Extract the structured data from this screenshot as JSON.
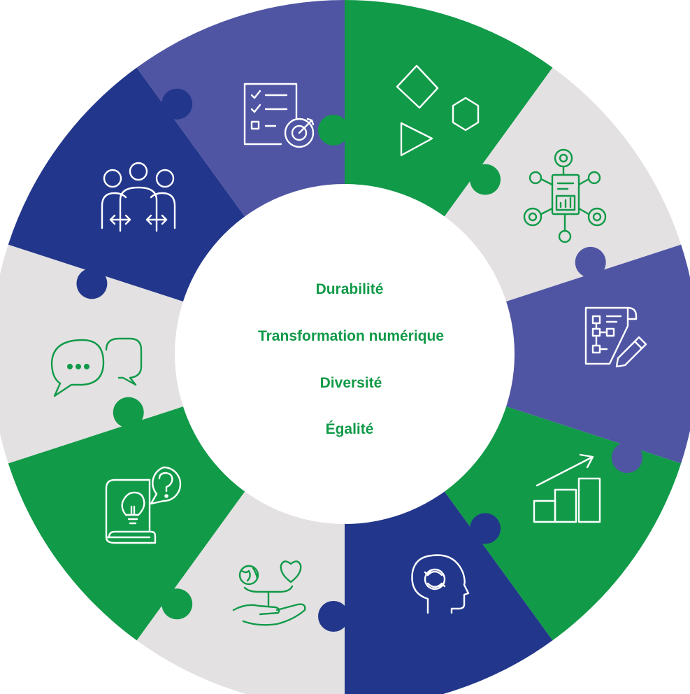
{
  "colors": {
    "green": "#119a48",
    "navy": "#22378b",
    "purple": "#4f55a3",
    "grey": "#e3e1e2",
    "white": "#ffffff"
  },
  "center_labels": [
    "Durabilité",
    "Transformation numérique",
    "Diversité",
    "Égalité"
  ],
  "segments": [
    {
      "id": "seg-1",
      "color": "green",
      "icon": "shapes-icon"
    },
    {
      "id": "seg-2",
      "color": "grey",
      "icon": "network-dashboard-icon"
    },
    {
      "id": "seg-3",
      "color": "purple",
      "icon": "flowchart-document-pencil-icon"
    },
    {
      "id": "seg-4",
      "color": "green",
      "icon": "growth-bar-chart-icon"
    },
    {
      "id": "seg-5",
      "color": "navy",
      "icon": "head-gear-icon"
    },
    {
      "id": "seg-6",
      "color": "grey",
      "icon": "hand-globe-heart-icon"
    },
    {
      "id": "seg-7",
      "color": "green",
      "icon": "lightbulb-book-question-icon"
    },
    {
      "id": "seg-8",
      "color": "grey",
      "icon": "chat-bubbles-icon"
    },
    {
      "id": "seg-9",
      "color": "navy",
      "icon": "team-exchange-icon"
    },
    {
      "id": "seg-10",
      "color": "purple",
      "icon": "checklist-target-icon"
    }
  ]
}
